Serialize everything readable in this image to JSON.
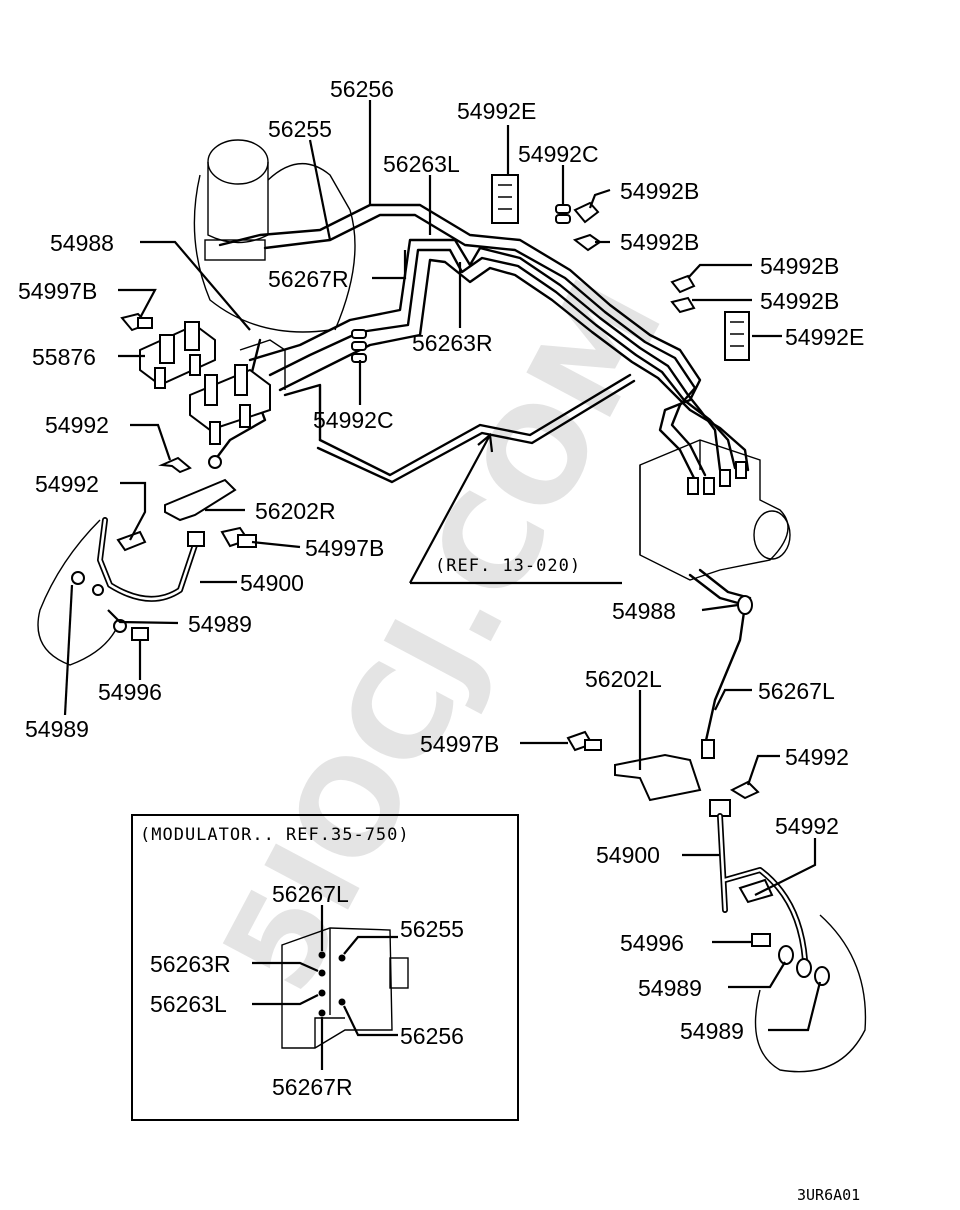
{
  "labels": {
    "p56256": "56256",
    "p56255": "56255",
    "p56263L": "56263L",
    "p54992E_top": "54992E",
    "p54992C_top": "54992C",
    "p54992B_1": "54992B",
    "p54992B_2": "54992B",
    "p54992B_3": "54992B",
    "p54992B_4": "54992B",
    "p54992E_right": "54992E",
    "p54988_top": "54988",
    "p56267R": "56267R",
    "p54997B_top": "54997B",
    "p56263R": "56263R",
    "p55876": "55876",
    "p54992_left1": "54992",
    "p54992C_mid": "54992C",
    "p54992_left2": "54992",
    "p56202R": "56202R",
    "p54997B_left": "54997B",
    "p54900_left": "54900",
    "p54989_left1": "54989",
    "p54996_left": "54996",
    "p54989_left2": "54989",
    "ref_13_020": "(REF. 13-020)",
    "p54988_right": "54988",
    "p56202L": "56202L",
    "p56267L": "56267L",
    "p54997B_right": "54997B",
    "p54992_right1": "54992",
    "p54992_right2": "54992",
    "p54900_right": "54900",
    "p54996_right": "54996",
    "p54989_right1": "54989",
    "p54989_right2": "54989"
  },
  "inset": {
    "title": "(MODULATOR.. REF.35-750)",
    "p56267L": "56267L",
    "p56255": "56255",
    "p56263R": "56263R",
    "p56263L": "56263L",
    "p56256": "56256",
    "p56267R": "56267R"
  },
  "watermark": "5IOCJ.COM",
  "drawing_code": "3UR6A01"
}
